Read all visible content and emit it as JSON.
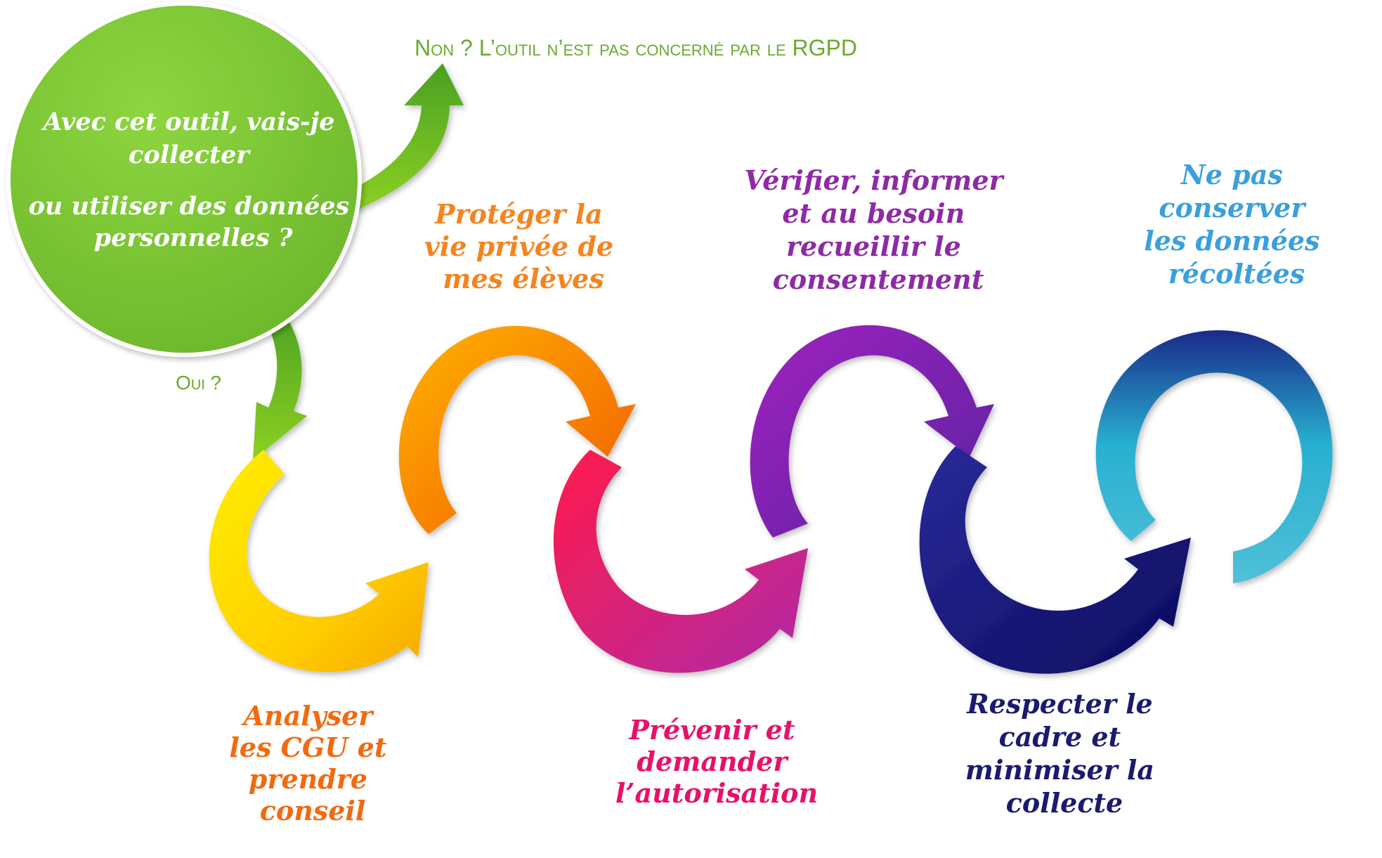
{
  "question": {
    "lines": [
      "Avec cet outil, vais-je",
      "collecter",
      "ou utiliser des données",
      "personnelles ?"
    ],
    "color": "#7ec332"
  },
  "no_branch": {
    "label": "Non ? L’outil n’est pas concerné par le RGPD",
    "color": "#6aaa2e"
  },
  "yes_branch": {
    "label": "Oui ?",
    "color": "#6aaa2e"
  },
  "steps": [
    {
      "lines": [
        "Analyser",
        "les CGU et",
        "prendre",
        "conseil"
      ],
      "color": "#f26a10"
    },
    {
      "lines": [
        "Protéger la",
        "vie privée de",
        "mes élèves"
      ],
      "color": "#f48420"
    },
    {
      "lines": [
        "Prévenir et",
        "demander",
        "l’autorisation"
      ],
      "color": "#e8106a"
    },
    {
      "lines": [
        "Vérifier, informer",
        "et  au besoin",
        "recueillir le",
        "consentement"
      ],
      "color": "#8e2aa6"
    },
    {
      "lines": [
        "Respecter le",
        "cadre et",
        "minimiser la",
        "collecte"
      ],
      "color": "#1a1a6e"
    },
    {
      "lines": [
        "Ne pas",
        "conserver",
        "les données",
        "récoltées"
      ],
      "color": "#3aa0dc"
    }
  ]
}
